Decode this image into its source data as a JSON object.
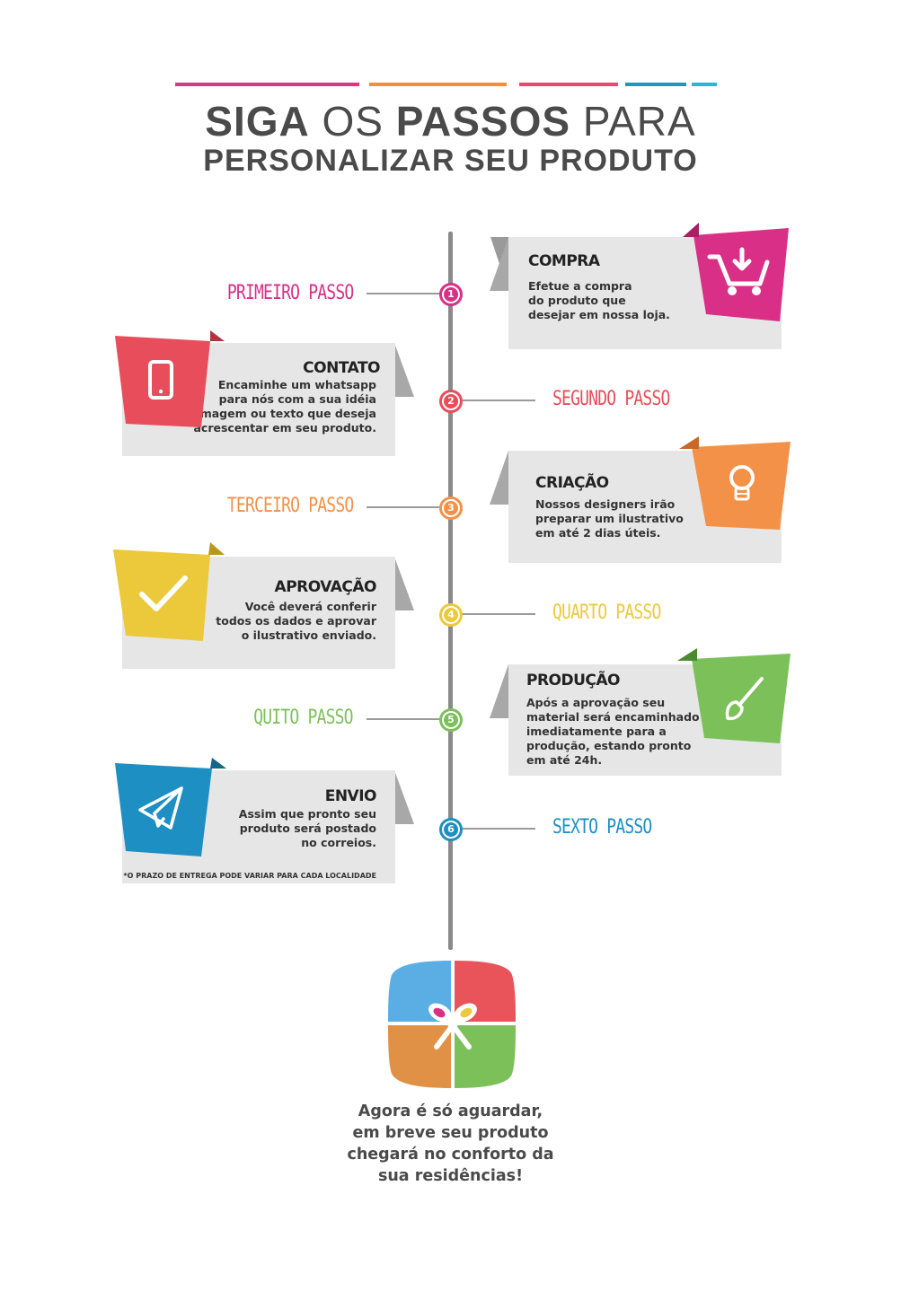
{
  "header": {
    "title_line1": {
      "w1": "SIGA",
      "w2": "OS",
      "w3": "PASSOS",
      "w4": "PARA"
    },
    "title_line2": "PERSONALIZAR SEU PRODUTO",
    "line_colors": [
      "#e0357f",
      "#f08f3c",
      "#e84a6f",
      "#1e95c7",
      "#29b6d8"
    ]
  },
  "steps": [
    {
      "number": "1",
      "label": "PRIMEIRO PASSO",
      "title": "COMPRA",
      "text": "Efetue a compra\ndo produto que\ndesejar em nossa loja.",
      "color": "#d92f86",
      "icon": "shopping-cart-icon"
    },
    {
      "number": "2",
      "label": "SEGUNDO PASSO",
      "title": "CONTATO",
      "text": "Encaminhe um whatsapp\npara nós com a sua idéia\nimagem ou texto que deseja\nacrescentar em seu produto.",
      "color": "#e84d5b",
      "icon": "smartphone-icon"
    },
    {
      "number": "3",
      "label": "TERCEIRO PASSO",
      "title": "CRIAÇÃO",
      "text": "Nossos designers irão\npreparar um ilustrativo\nem até 2 dias úteis.",
      "color": "#f39149",
      "icon": "lightbulb-icon"
    },
    {
      "number": "4",
      "label": "QUARTO PASSO",
      "title": "APROVAÇÃO",
      "text": "Você deverá conferir\ntodos os dados e aprovar\no ilustrativo enviado.",
      "color": "#ecc93b",
      "icon": "checkmark-icon"
    },
    {
      "number": "5",
      "label": "QUITO PASSO",
      "title": "PRODUÇÃO",
      "text": "Após a aprovação seu\nmaterial será encaminhado\nimediatamente para a\nprodução, estando pronto\nem até 24h.",
      "color": "#7cc05a",
      "icon": "paintbrush-icon"
    },
    {
      "number": "6",
      "label": "SEXTO PASSO",
      "title": "ENVIO",
      "text": "Assim que pronto seu\nproduto será postado\nno correios.",
      "color": "#1e8fc3",
      "icon": "paper-plane-icon",
      "note": "*O PRAZO DE ENTREGA PODE VARIAR PARA CADA LOCALIDADE"
    }
  ],
  "final_message": "Agora é só aguardar,\nem breve seu produto\nchegará no conforto da\nsua residências!",
  "logo": {
    "icon": "gift-box-icon",
    "colors": [
      "#5aaee3",
      "#e8545a",
      "#e09145",
      "#7cc05a"
    ]
  }
}
